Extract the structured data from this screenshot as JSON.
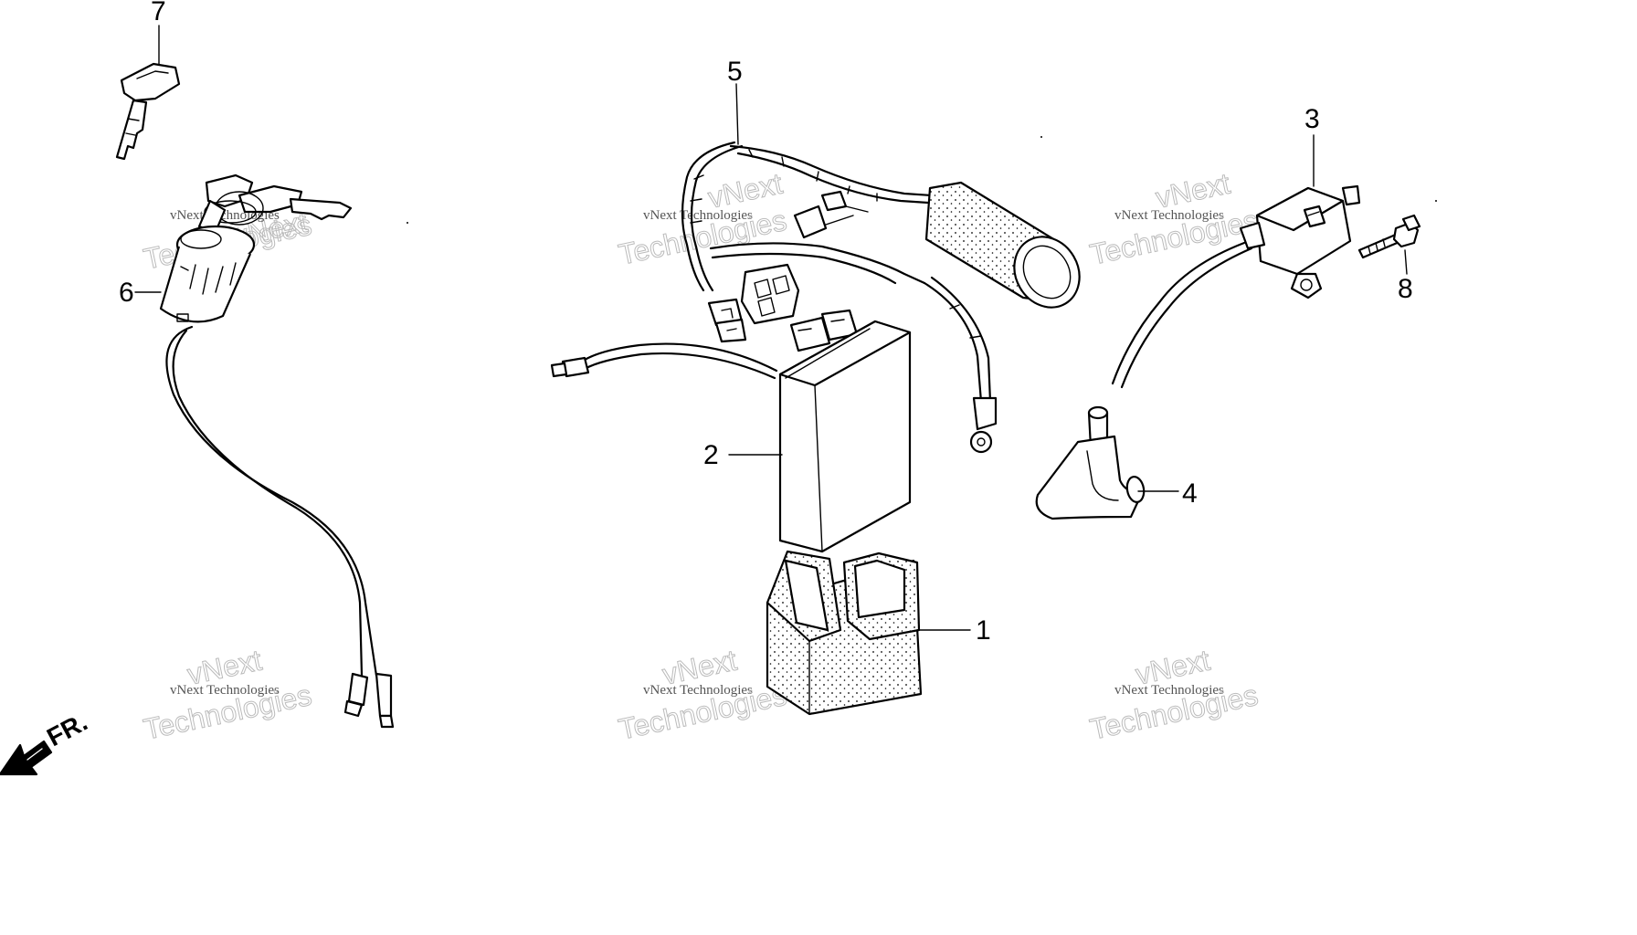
{
  "callouts": {
    "c1": "1",
    "c2": "2",
    "c3": "3",
    "c4": "4",
    "c5": "5",
    "c6": "6",
    "c7": "7",
    "c8": "8"
  },
  "watermark": {
    "line1": "vNext Technologies",
    "line2": "vNext",
    "line3": "Technologies"
  },
  "front_indicator": "FR.",
  "colors": {
    "line": "#000000",
    "background": "#ffffff",
    "watermark": "#bbbbbb"
  }
}
